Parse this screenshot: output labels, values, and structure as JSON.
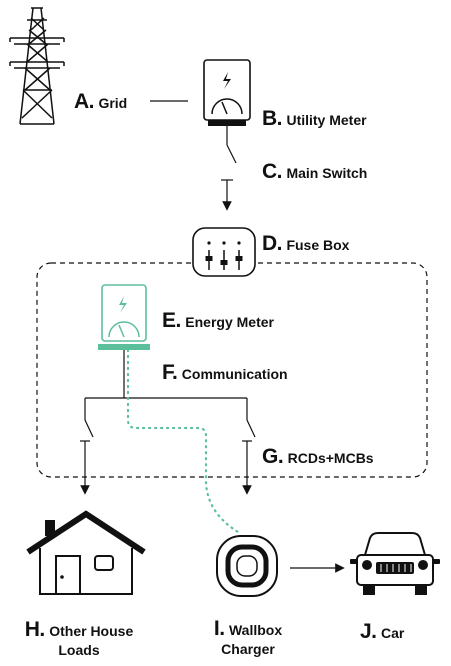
{
  "colors": {
    "ink": "#111111",
    "accent": "#5cbf9b",
    "background": "#ffffff"
  },
  "components": {
    "grid": {
      "letter": "A.",
      "name": "Grid",
      "icon": "transmission-tower-icon"
    },
    "utility_meter": {
      "letter": "B.",
      "name": "Utility Meter",
      "icon": "utility-meter-icon"
    },
    "main_switch": {
      "letter": "C.",
      "name": "Main Switch",
      "icon": "switch-icon"
    },
    "fuse_box": {
      "letter": "D.",
      "name": "Fuse Box",
      "icon": "fuse-box-icon"
    },
    "energy_meter": {
      "letter": "E.",
      "name": "Energy Meter",
      "icon": "energy-meter-icon"
    },
    "communication": {
      "letter": "F.",
      "name": "Communication",
      "icon": "dotted-line-icon"
    },
    "rcds_mcbs": {
      "letter": "G.",
      "name": "RCDs+MCBs",
      "icon": "breaker-icon"
    },
    "house_loads": {
      "letter": "H.",
      "name_line1": "Other House",
      "name_line2": "Loads",
      "icon": "house-icon"
    },
    "wallbox_charger": {
      "letter": "I.",
      "name_line1": "Wallbox",
      "name_line2": "Charger",
      "icon": "wallbox-charger-icon"
    },
    "car": {
      "letter": "J.",
      "name": "Car",
      "icon": "car-icon"
    }
  }
}
